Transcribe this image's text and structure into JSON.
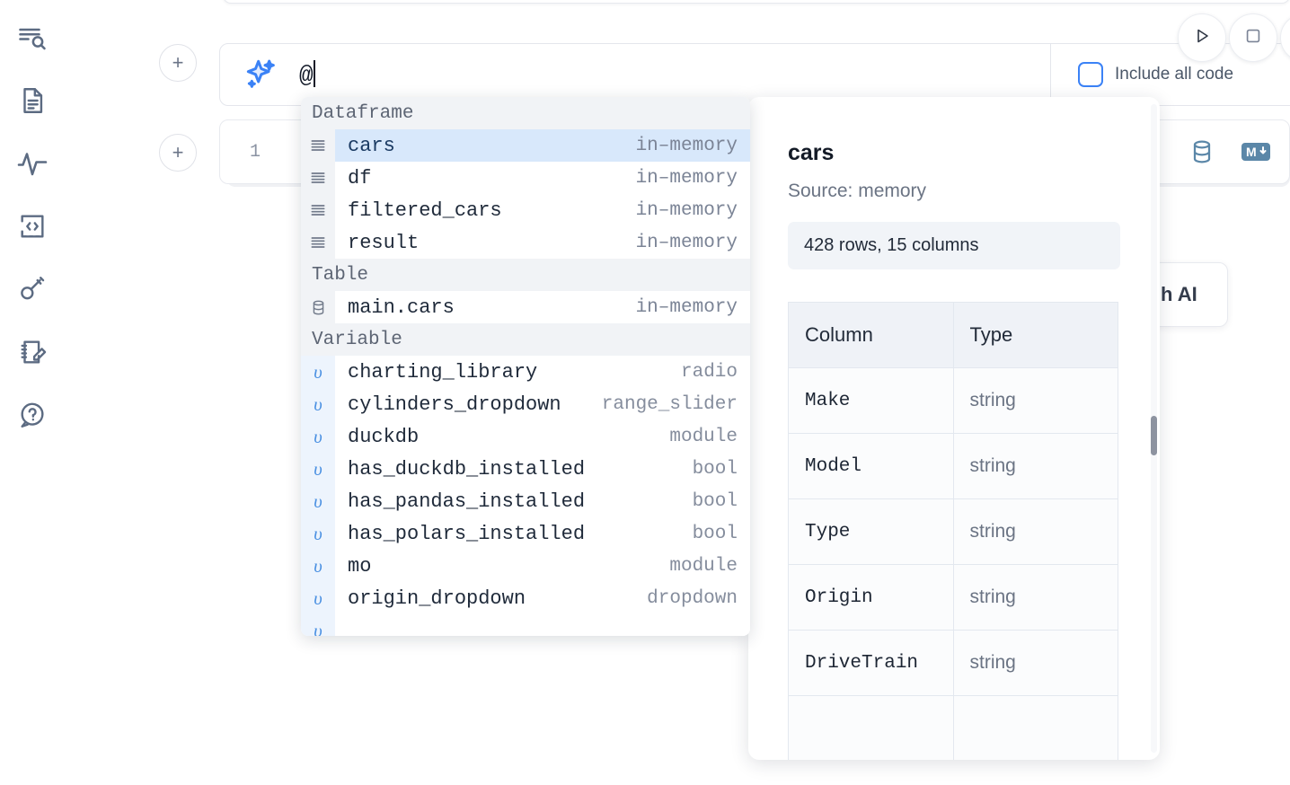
{
  "sidebar": {
    "items": [
      {
        "name": "search-outline-icon",
        "label": "Explore / outline"
      },
      {
        "name": "file-text-icon",
        "label": "Notebook file"
      },
      {
        "name": "activity-pulse-icon",
        "label": "Activity"
      },
      {
        "name": "code-snippet-icon",
        "label": "Snippets"
      },
      {
        "name": "key-icon",
        "label": "Secrets"
      },
      {
        "name": "notepad-pencil-icon",
        "label": "Scratchpad"
      },
      {
        "name": "help-chat-icon",
        "label": "Help"
      }
    ]
  },
  "ai_cell": {
    "input_value": "@",
    "placeholder": "",
    "sparkle_icon": "sparkles-icon",
    "include_all_code_label": "Include all code",
    "include_all_code_checked": false
  },
  "toolbar": {
    "run_label": "▷",
    "stop_label": "□",
    "add_cell_label": "+"
  },
  "code_cell": {
    "line_number": "1",
    "icons": [
      {
        "name": "database-icon",
        "label": "SQL cell"
      },
      {
        "name": "markdown-icon",
        "label": "M↓"
      }
    ]
  },
  "ai_chip": {
    "label": "h AI"
  },
  "autocomplete": {
    "groups": [
      {
        "header": "Dataframe",
        "items": [
          {
            "icon": "dataframe-rows-icon",
            "name": "cars",
            "meta": "in–memory",
            "selected": true
          },
          {
            "icon": "dataframe-rows-icon",
            "name": "df",
            "meta": "in–memory",
            "selected": false
          },
          {
            "icon": "dataframe-rows-icon",
            "name": "filtered_cars",
            "meta": "in–memory",
            "selected": false
          },
          {
            "icon": "dataframe-rows-icon",
            "name": "result",
            "meta": "in–memory",
            "selected": false
          }
        ]
      },
      {
        "header": "Table",
        "items": [
          {
            "icon": "database-icon",
            "name": "main.cars",
            "meta": "in–memory",
            "selected": false
          }
        ]
      },
      {
        "header": "Variable",
        "items": [
          {
            "icon": "variable-icon",
            "name": "charting_library",
            "meta": "radio",
            "selected": false
          },
          {
            "icon": "variable-icon",
            "name": "cylinders_dropdown",
            "meta": "range_slider",
            "selected": false
          },
          {
            "icon": "variable-icon",
            "name": "duckdb",
            "meta": "module",
            "selected": false
          },
          {
            "icon": "variable-icon",
            "name": "has_duckdb_installed",
            "meta": "bool",
            "selected": false
          },
          {
            "icon": "variable-icon",
            "name": "has_pandas_installed",
            "meta": "bool",
            "selected": false
          },
          {
            "icon": "variable-icon",
            "name": "has_polars_installed",
            "meta": "bool",
            "selected": false
          },
          {
            "icon": "variable-icon",
            "name": "mo",
            "meta": "module",
            "selected": false
          },
          {
            "icon": "variable-icon",
            "name": "origin_dropdown",
            "meta": "dropdown",
            "selected": false
          }
        ]
      }
    ]
  },
  "detail_panel": {
    "title": "cars",
    "source": "Source: memory",
    "shape": "428 rows, 15 columns",
    "table": {
      "headers": [
        "Column",
        "Type"
      ],
      "rows": [
        [
          "Make",
          "string"
        ],
        [
          "Model",
          "string"
        ],
        [
          "Type",
          "string"
        ],
        [
          "Origin",
          "string"
        ],
        [
          "DriveTrain",
          "string"
        ]
      ]
    }
  },
  "colors": {
    "accent": "#3b82f6",
    "selected_row": "#d8e8fb",
    "group_header_bg": "#f1f3f6",
    "toolbar_icon": "#5b87a8",
    "muted_text": "#7b8496"
  }
}
